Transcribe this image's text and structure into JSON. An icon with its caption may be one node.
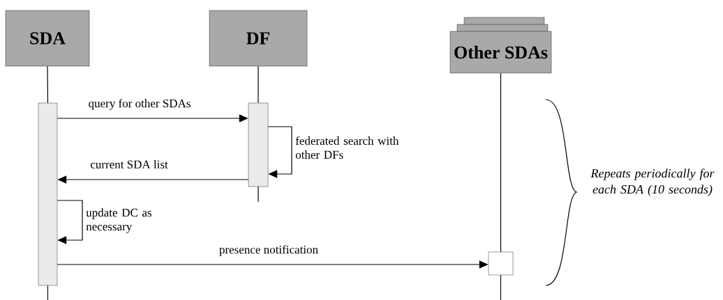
{
  "diagram": {
    "nodes": [
      {
        "text": [
          "SDA"
        ]
      },
      {
        "text": [
          "DF"
        ]
      },
      {
        "text": [
          "Other SDAs"
        ]
      },
      {
        "text": [],
        "shape": "bar"
      },
      {
        "text": [],
        "shape": "bar"
      },
      {
        "text": [],
        "shape": "box"
      }
    ],
    "edges": [
      {
        "from": 0,
        "to": 3,
        "arrow": "none"
      },
      {
        "from": 1,
        "to": 4,
        "arrow": "none"
      },
      {
        "from": 2,
        "to": 5,
        "arrow": "none"
      },
      {
        "from": 3,
        "to": 4,
        "arrow": "to",
        "label": "query for other SDAs"
      },
      {
        "from": 4,
        "to": 4,
        "arrow": "to",
        "label": "federated search with other DFs"
      },
      {
        "from": 4,
        "to": 3,
        "arrow": "to",
        "label": "current SDA list"
      },
      {
        "from": 3,
        "to": 3,
        "arrow": "to",
        "label": "update DC as necessary"
      },
      {
        "from": 3,
        "to": 5,
        "arrow": "to",
        "label": "presence notification"
      }
    ],
    "labels": [
      "*Repeats periodically for each SDA (10 seconds)*"
    ]
  }
}
